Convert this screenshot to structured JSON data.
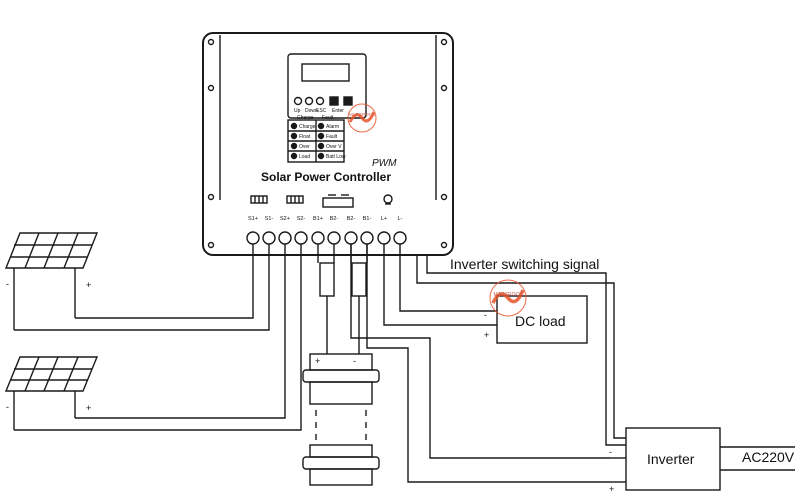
{
  "controller": {
    "brand_script": "PWM",
    "title": "Solar Power Controller",
    "panel_buttons": [
      "Up",
      "Down",
      "ESC",
      "Enter"
    ],
    "indicator_headers": [
      "Charge",
      "Fault"
    ],
    "indicator_labels": [
      "Charge",
      "Float",
      "Over",
      "Load",
      "Alarm",
      "Fault",
      "Over V",
      "Batt Low"
    ],
    "terminal_labels": [
      "S1+",
      "S1-",
      "S2+",
      "S2-",
      "B1+",
      "B2-",
      "B2-",
      "B1-",
      "L+",
      "L-"
    ]
  },
  "watermark": {
    "text": "MARSROCK"
  },
  "labels": {
    "inverter_signal": "Inverter switching signal",
    "dc_load": "DC load",
    "inverter": "Inverter",
    "ac_output": "AC220V"
  },
  "polarity": {
    "plus": "+",
    "minus": "-"
  },
  "colors": {
    "line": "#1a1a1a",
    "background": "#ffffff",
    "watermark": "#e8532a"
  }
}
